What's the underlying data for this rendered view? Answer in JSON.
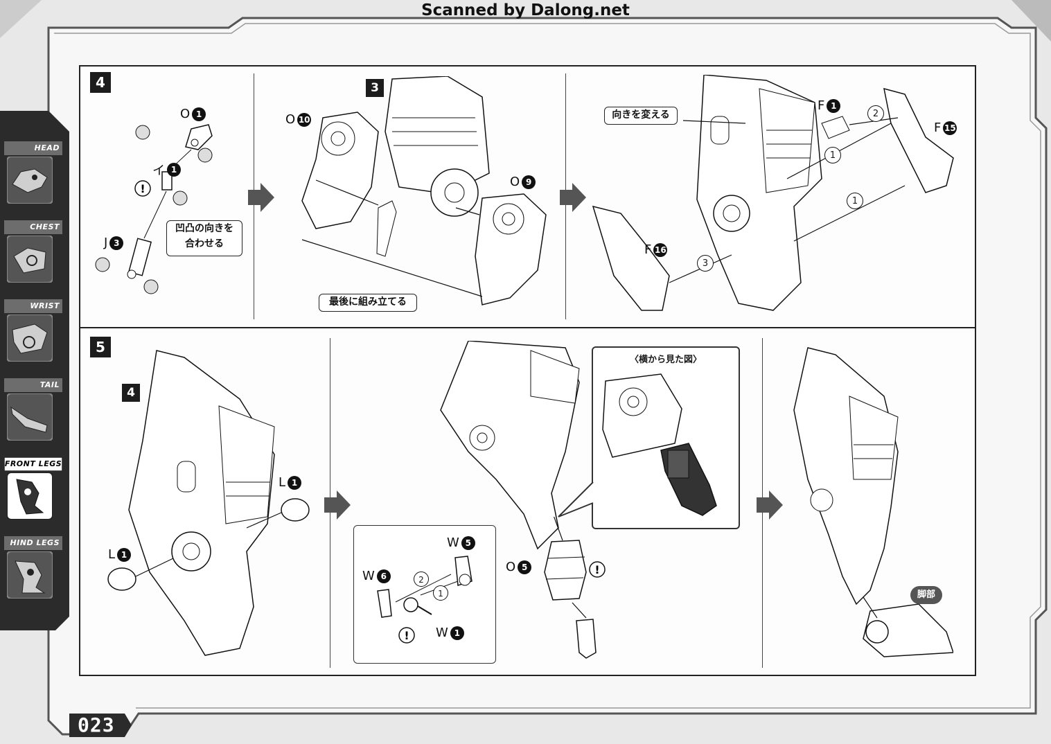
{
  "watermark": "Scanned by Dalong.net",
  "sidebar": {
    "items": [
      {
        "label": "HEAD",
        "active": false
      },
      {
        "label": "CHEST",
        "active": false
      },
      {
        "label": "WRIST",
        "active": false
      },
      {
        "label": "TAIL",
        "active": false
      },
      {
        "label": "FRONT LEGS",
        "active": true
      },
      {
        "label": "HIND LEGS",
        "active": false
      }
    ]
  },
  "step4": {
    "number": "4",
    "panel_a": {
      "parts": [
        {
          "letter": "O",
          "num": "1"
        },
        {
          "letter": "イ",
          "num": "1"
        },
        {
          "letter": "J",
          "num": "3"
        }
      ],
      "callout": [
        "凹凸の向きを",
        "合わせる"
      ]
    },
    "panel_b": {
      "subassembly": "3",
      "parts": [
        {
          "letter": "O",
          "num": "10"
        },
        {
          "letter": "O",
          "num": "9"
        }
      ],
      "callout": "最後に組み立てる"
    },
    "panel_c": {
      "callout": "向きを変える",
      "parts": [
        {
          "letter": "F",
          "num": "1"
        },
        {
          "letter": "F",
          "num": "15"
        },
        {
          "letter": "F",
          "num": "16"
        }
      ],
      "order_marks": [
        "1",
        "2",
        "1",
        "3"
      ]
    }
  },
  "step5": {
    "number": "5",
    "panel_a": {
      "subassembly": "4",
      "parts": [
        {
          "letter": "L",
          "num": "1"
        },
        {
          "letter": "L",
          "num": "1"
        }
      ]
    },
    "panel_b": {
      "inset_title": "〈横から見た図〉",
      "parts": [
        {
          "letter": "W",
          "num": "5"
        },
        {
          "letter": "W",
          "num": "6"
        },
        {
          "letter": "W",
          "num": "1"
        },
        {
          "letter": "O",
          "num": "5"
        }
      ],
      "order_marks": [
        "2",
        "1"
      ]
    },
    "panel_c": {
      "foot_label": "脚部"
    }
  },
  "page_number": "023"
}
